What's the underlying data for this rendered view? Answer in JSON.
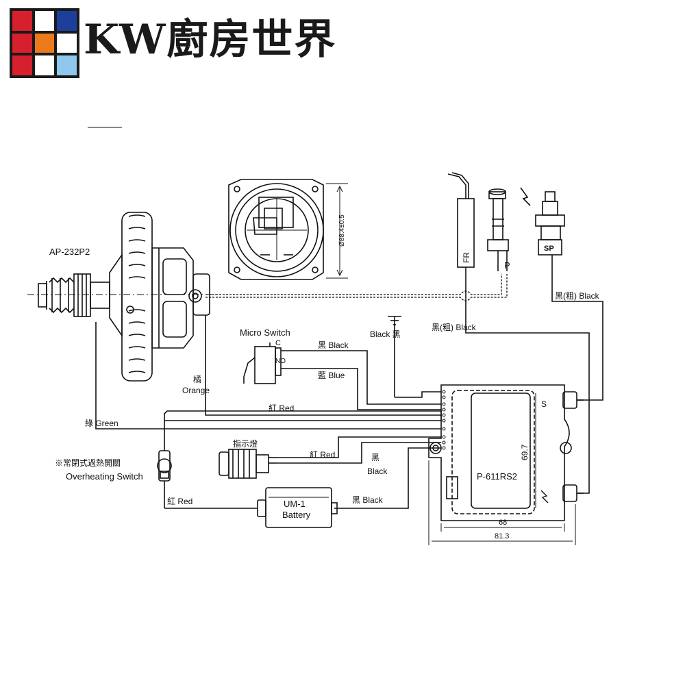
{
  "brand": {
    "title": "KW廚房世界",
    "logo_colors": [
      "#d7202e",
      "#ffffff",
      "#1d3f9c",
      "#d7202e",
      "#ec7a1c",
      "#ffffff",
      "#d7202e",
      "#ffffff",
      "#8fc8ec"
    ]
  },
  "labels": {
    "valve_model": "AP-232P2",
    "diameter": "Ø88.4±0.5",
    "fr": "FR",
    "p": "P",
    "sp": "SP",
    "black_thick_top": "黑(粗) Black",
    "black_thick_mid": "黑(粗) Black",
    "black_ground": "Black 黑",
    "micro_switch": "Micro Switch",
    "c": "C",
    "no": "NO",
    "black_ms": "黑 Black",
    "blue": "藍 Blue",
    "orange_cn": "橘",
    "orange_en": "Orange",
    "red_mid": "紅 Red",
    "green": "綠 Green",
    "overheat_cn": "※常閉式過熱開關",
    "overheat_en": "Overheating Switch",
    "red_bottom": "紅 Red",
    "indicator_cn": "指示燈",
    "red_lamp": "紅 Red",
    "black_lamp_cn": "黑",
    "black_lamp_en": "Black",
    "black_batt": "黑 Black",
    "battery_model": "UM-1",
    "battery": "Battery",
    "module_model": "P-611RS2",
    "s": "S",
    "dim_697": "69.7",
    "dim_68": "68",
    "dim_813": "81.3"
  }
}
